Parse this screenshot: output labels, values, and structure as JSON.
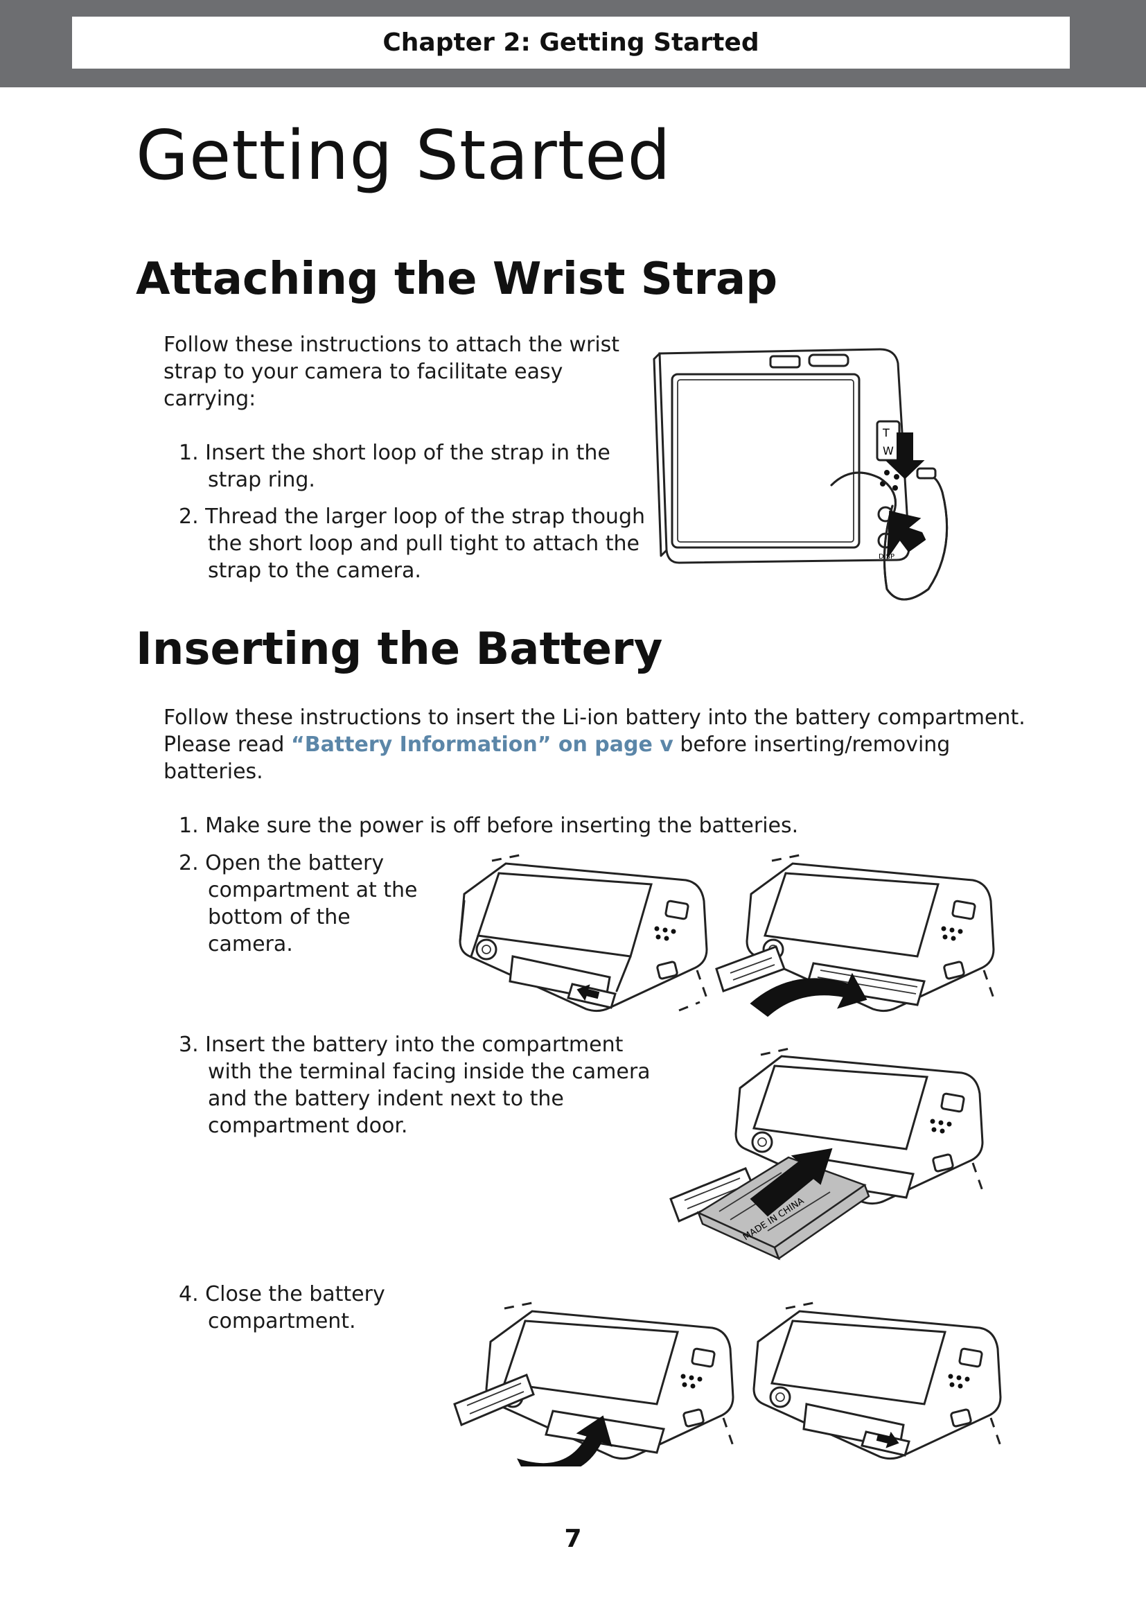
{
  "header": {
    "chapter": "Chapter 2: Getting Started"
  },
  "page_title": "Getting Started",
  "wrist_strap": {
    "heading": "Attaching the Wrist Strap",
    "intro": [
      "Follow these instructions to attach the wrist",
      "strap to your camera to facilitate easy",
      "carrying:"
    ],
    "steps": [
      {
        "num": "1.",
        "lines": [
          "Insert the short loop of the strap in the",
          "strap ring."
        ]
      },
      {
        "num": "2.",
        "lines": [
          "Thread the larger loop of the strap though",
          "the short loop and pull tight to attach the",
          "strap to the camera."
        ]
      }
    ],
    "figure_labels": {
      "tele": "T",
      "wide": "W",
      "disp": "DISP"
    }
  },
  "battery": {
    "heading": "Inserting the Battery",
    "intro_line1": "Follow these instructions to insert the Li-ion battery into the battery compartment.",
    "intro_line2_before": "Please read ",
    "intro_link": "“Battery Information” on page v",
    "intro_line2_after": " before inserting/removing",
    "intro_line3": "batteries.",
    "steps": [
      {
        "num": "1.",
        "lines": [
          "Make sure the power is off before inserting the batteries."
        ]
      },
      {
        "num": "2.",
        "lines": [
          "Open the battery",
          "compartment at the",
          "bottom of the",
          "camera."
        ]
      },
      {
        "num": "3.",
        "lines": [
          "Insert the battery into the compartment",
          "with the terminal facing inside the camera",
          "and the battery indent next to the",
          "compartment door."
        ]
      },
      {
        "num": "4.",
        "lines": [
          "Close the battery",
          "compartment."
        ]
      }
    ],
    "battery_label": "MADE IN CHINA"
  },
  "page_number": "7"
}
